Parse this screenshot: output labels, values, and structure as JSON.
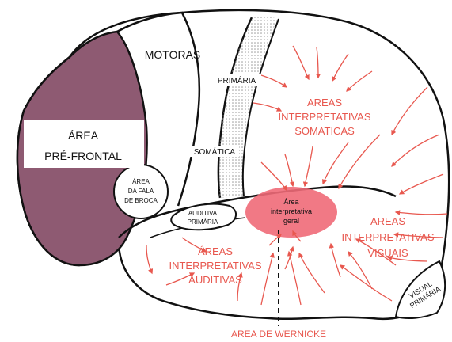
{
  "colors": {
    "outline": "#111111",
    "prefrontal_fill": "#8e5a72",
    "dotted_strip": "#bdbdbd",
    "arrows": "#e8584f",
    "general_area_fill": "#f06a78",
    "label_red": "#e8584f"
  },
  "labels": {
    "prefrontal_line1": "ÁREA",
    "prefrontal_line2": "PRÉ-FRONTAL",
    "motor": "MOTORAS",
    "primary": "PRIMÁRIA",
    "somatic": "SOMÁTICA",
    "broca_line1": "ÁREA",
    "broca_line2": "DA FALA",
    "broca_line3": "DE BROCA",
    "auditory_primary_line1": "AUDITIVA",
    "auditory_primary_line2": "PRIMÁRIA",
    "somatic_interp_line1": "AREAS",
    "somatic_interp_line2": "INTERPRETATIVAS",
    "somatic_interp_line3": "SOMATICAS",
    "general_line1": "Área",
    "general_line2": "interpretativa",
    "general_line3": "geral",
    "visual_interp_line1": "AREAS",
    "visual_interp_line2": "INTERPRETATIVAS",
    "visual_interp_line3": "VISUAIS",
    "auditory_interp_line1": "ÁREAS",
    "auditory_interp_line2": "INTERPRETATIVAS",
    "auditory_interp_line3": "AUDITIVAS",
    "visual_primary_line1": "VISUAL",
    "visual_primary_line2": "PRIMÁRIA",
    "wernicke": "AREA DE WERNICKE"
  }
}
